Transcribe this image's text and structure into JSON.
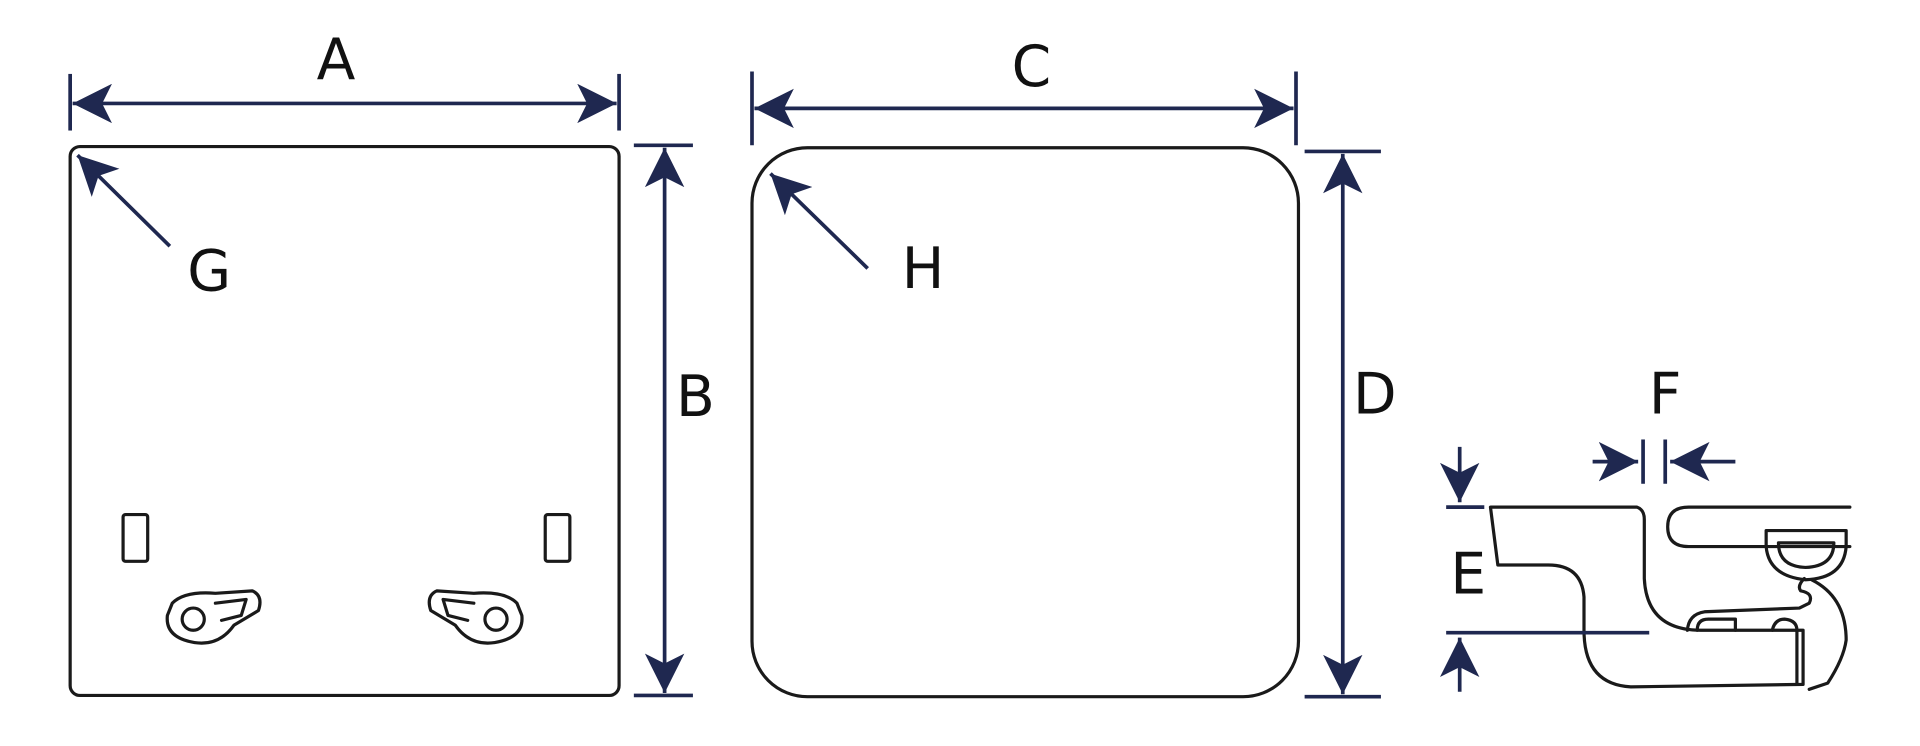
{
  "diagram": {
    "labels": {
      "A": "A",
      "B": "B",
      "C": "C",
      "D": "D",
      "E": "E",
      "F": "F",
      "G": "G",
      "H": "H"
    },
    "colors": {
      "dimension": "#1f2850",
      "outline": "#1a1a1a"
    }
  }
}
